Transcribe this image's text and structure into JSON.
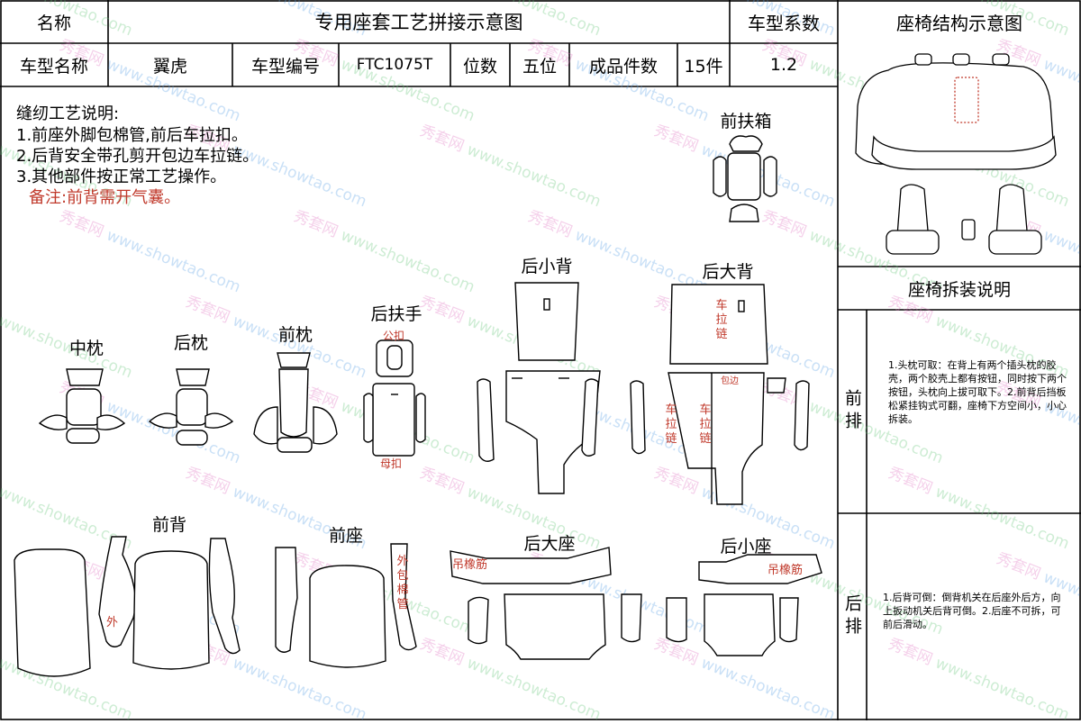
{
  "header": {
    "name_label": "名称",
    "title": "专用座套工艺拼接示意图",
    "coef_label": "车型系数",
    "struct_title": "座椅结构示意图"
  },
  "info": {
    "model_name_label": "车型名称",
    "model_name": "翼虎",
    "model_code_label": "车型编号",
    "model_code": "FTC1075T",
    "seats_label": "位数",
    "seats": "五位",
    "pieces_label": "成品件数",
    "pieces": "15件",
    "coef": "1.2"
  },
  "notes": {
    "title": "缝纫工艺说明:",
    "items": [
      "1.前座外脚包棉管,前后车拉扣。",
      "2.后背安全带孔剪开包边车拉链。",
      "3.其他部件按正常工艺操作。"
    ],
    "remark": "备注:前背需开气囊。"
  },
  "parts": {
    "front_armbox": "前扶箱",
    "rear_small_back": "后小背",
    "rear_big_back": "后大背",
    "mid_pillow": "中枕",
    "rear_pillow": "后枕",
    "front_pillow": "前枕",
    "rear_armrest": "后扶手",
    "front_back": "前背",
    "front_seat": "前座",
    "rear_big_seat": "后大座",
    "rear_small_seat": "后小座"
  },
  "tags": {
    "male_buckle": "公扣",
    "female_buckle": "母扣",
    "zipper_v": "车拉链",
    "outer": "外",
    "outer_pipe": "外包棉管",
    "elastic": "吊橡筋",
    "binding": "包边"
  },
  "side": {
    "disassembly_title": "座椅拆装说明",
    "front_row_label": "前排",
    "front_row_text": "1.头枕可取：在背上有两个插头枕的胶壳，两个胶壳上都有按钮，同时按下两个按钮，头枕向上拔可取下。2.前背后挡板松紧挂钩式可翻，座椅下方空间小，小心拆装。",
    "rear_row_label": "后排",
    "rear_row_text": "1.后背可倒：倒背机关在后座外后方，向上扳动机关后背可倒。2.后座不可拆，可前后滑动。"
  },
  "watermark": {
    "cn": "秀套网",
    "en": "www.showtao.com"
  },
  "colors": {
    "line": "#000000",
    "accent_red": "#c0392b",
    "wm_pink": "#e070c0",
    "wm_blue": "#5aa0e6",
    "wm_green": "#65c77a"
  }
}
